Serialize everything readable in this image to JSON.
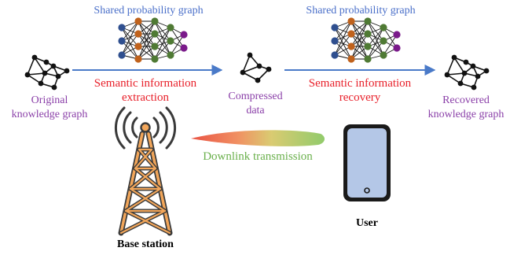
{
  "labels": {
    "shared_graph_left": "Shared probability graph",
    "shared_graph_right": "Shared probability graph",
    "semantic_extraction_line1": "Semantic information",
    "semantic_extraction_line2": "extraction",
    "semantic_recovery_line1": "Semantic information",
    "semantic_recovery_line2": "recovery",
    "original_line1": "Original",
    "original_line2": "knowledge graph",
    "compressed_line1": "Compressed",
    "compressed_line2": "data",
    "recovered_line1": "Recovered",
    "recovered_line2": "knowledge graph",
    "downlink": "Downlink transmission",
    "base_station": "Base station",
    "user": "User"
  },
  "colors": {
    "shared_graph_text": "#4a6fc9",
    "semantic_text": "#e8202a",
    "knowledge_text": "#8a3fa8",
    "downlink_text": "#6ab04c",
    "arrow": "#4a7ac8",
    "tower_fill": "#f2a65a",
    "phone_fill": "#b4c7e7",
    "nn_layer_colors": [
      "#2f4f8f",
      "#c0621c",
      "#4f7a34",
      "#7a1a8a"
    ]
  }
}
